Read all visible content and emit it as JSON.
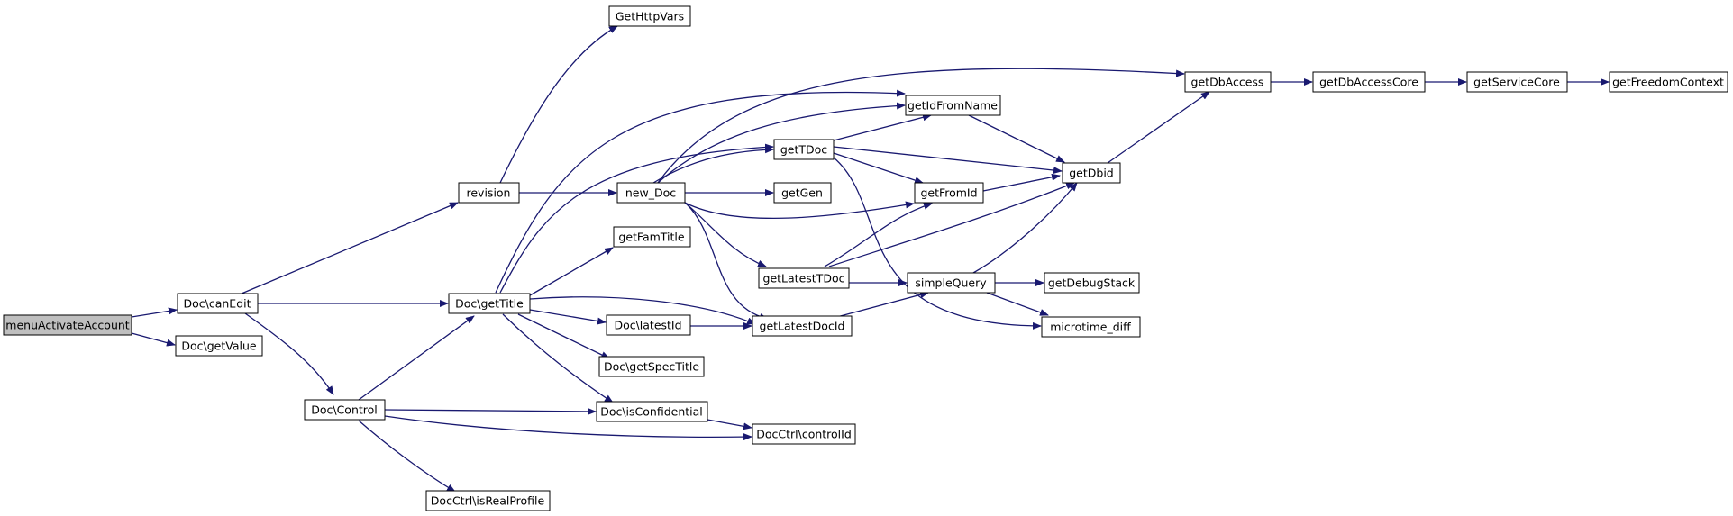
{
  "diagram": {
    "colors": {
      "edge": "#191970",
      "node_fill": "#ffffff",
      "root_fill": "#bfbfbf",
      "border": "#000000"
    },
    "nodes": {
      "menuActivateAccount": "menuActivateAccount",
      "canEdit": "Doc\\canEdit",
      "getValue": "Doc\\getValue",
      "revision": "revision",
      "getHttpVars": "GetHttpVars",
      "getTitle": "Doc\\getTitle",
      "control": "Doc\\Control",
      "newDoc": "new_Doc",
      "getFamTitle": "getFamTitle",
      "latestId": "Doc\\latestId",
      "getSpecTitle": "Doc\\getSpecTitle",
      "isConfidential": "Doc\\isConfidential",
      "isRealProfile": "DocCtrl\\isRealProfile",
      "getTDoc": "getTDoc",
      "getGen": "getGen",
      "getLatestTDoc": "getLatestTDoc",
      "getLatestDocId": "getLatestDocId",
      "controlId": "DocCtrl\\controlId",
      "getIdFromName": "getIdFromName",
      "getFromId": "getFromId",
      "simpleQuery": "simpleQuery",
      "getDbid": "getDbid",
      "getDebugStack": "getDebugStack",
      "microtimeDiff": "microtime_diff",
      "getDbAccess": "getDbAccess",
      "getDbAccessCore": "getDbAccessCore",
      "getServiceCore": "getServiceCore",
      "getFreedomContext": "getFreedomContext"
    }
  }
}
